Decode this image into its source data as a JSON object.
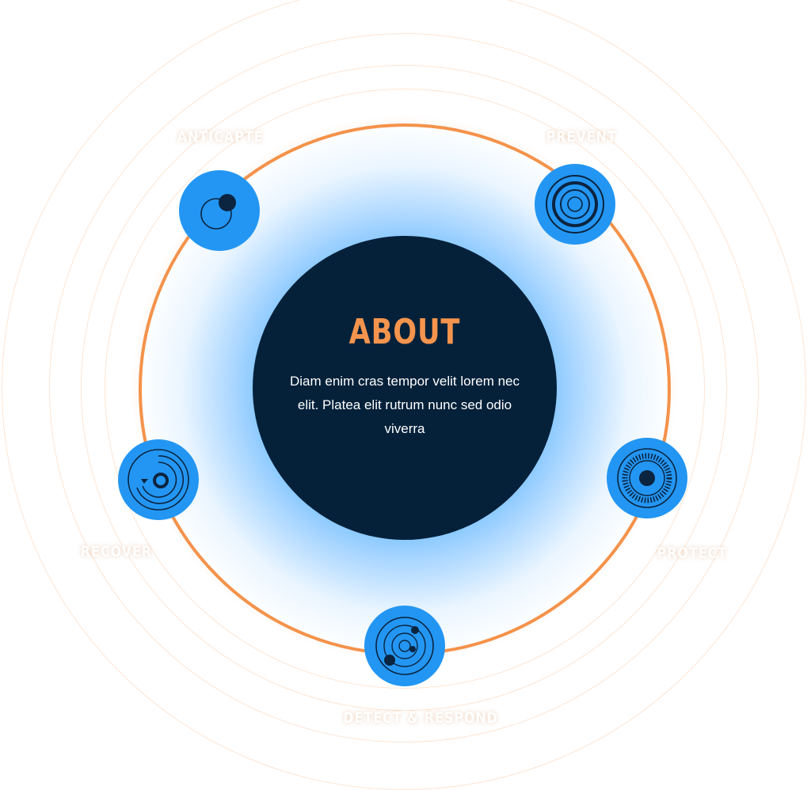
{
  "center": {
    "title": "ABOUT",
    "body": "Diam enim cras tempor velit lorem nec elit. Platea elit rutrum nunc sed odio viverra"
  },
  "nodes": {
    "anticapte": {
      "label": "ANTICAPTE",
      "icon": "orbit-dot-icon"
    },
    "prevent": {
      "label": "PREVENT",
      "icon": "concentric-target-icon"
    },
    "protect": {
      "label": "PROTECT",
      "icon": "shield-dial-icon"
    },
    "detect": {
      "label": "DETECT & RESPOND",
      "icon": "orbit-system-icon"
    },
    "recover": {
      "label": "RECOVER",
      "icon": "recovery-cycle-icon"
    }
  },
  "colors": {
    "accent": "#f4924a",
    "node": "#2396f3",
    "center": "#05213a",
    "icon_stroke": "#0b2440"
  }
}
